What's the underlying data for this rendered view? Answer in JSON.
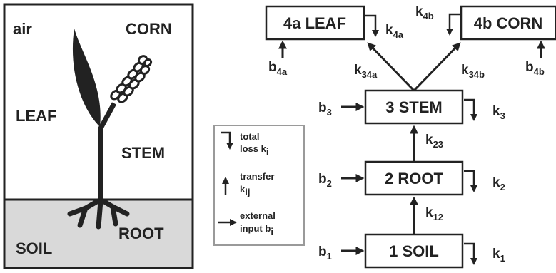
{
  "plant_panel": {
    "air": "air",
    "corn": "CORN",
    "leaf": "LEAF",
    "stem": "STEM",
    "soil": "SOIL",
    "root": "ROOT"
  },
  "legend": {
    "loss_line1": "total",
    "loss_line2": "loss k",
    "loss_sub": "i",
    "transfer_line1": "transfer",
    "transfer_line2": "k",
    "transfer_sub": "ij",
    "input_line1": "external",
    "input_line2": "input b",
    "input_sub": "i"
  },
  "compartments": {
    "leaf": "4a LEAF",
    "corn": "4b CORN",
    "stem": "3 STEM",
    "root": "2 ROOT",
    "soil": "1 SOIL"
  },
  "rates": {
    "k4a": {
      "main": "k",
      "sub": "4a"
    },
    "k4b": {
      "main": "k",
      "sub": "4b"
    },
    "k34a": {
      "main": "k",
      "sub": "34a"
    },
    "k34b": {
      "main": "k",
      "sub": "34b"
    },
    "k3": {
      "main": "k",
      "sub": "3"
    },
    "k23": {
      "main": "k",
      "sub": "23"
    },
    "k2": {
      "main": "k",
      "sub": "2"
    },
    "k12": {
      "main": "k",
      "sub": "12"
    },
    "k1": {
      "main": "k",
      "sub": "1"
    }
  },
  "inputs": {
    "b4a": {
      "main": "b",
      "sub": "4a"
    },
    "b4b": {
      "main": "b",
      "sub": "4b"
    },
    "b3": {
      "main": "b",
      "sub": "3"
    },
    "b2": {
      "main": "b",
      "sub": "2"
    },
    "b1": {
      "main": "b",
      "sub": "1"
    }
  },
  "colors": {
    "ink": "#222222",
    "soil_fill": "#d9d9d9",
    "legend_border": "#9a9a9a"
  }
}
